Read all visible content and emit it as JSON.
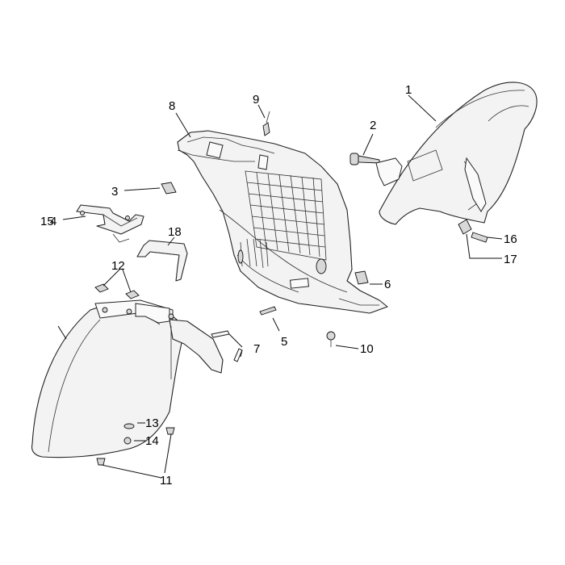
{
  "callouts": {
    "c1": "1",
    "c2": "2",
    "c3": "3",
    "c4": "4",
    "c5": "5",
    "c6": "6",
    "c7": "7",
    "c8": "8",
    "c9": "9",
    "c10": "10",
    "c11": "11",
    "c12": "12",
    "c13": "13",
    "c14": "14",
    "c15": "15",
    "c16": "16",
    "c17": "17",
    "c18": "18"
  },
  "colors": {
    "line": "#222222",
    "fill": "#f3f3f3",
    "background": "#ffffff"
  }
}
